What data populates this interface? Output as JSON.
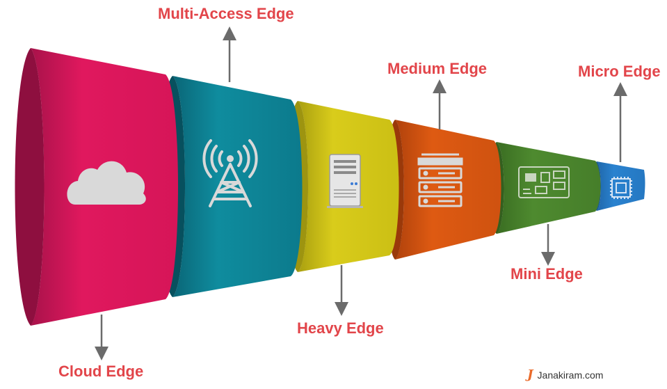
{
  "colors": {
    "label": "#e2454a",
    "arrow": "#6b6b6b",
    "icon": "#d9d9d9"
  },
  "segments": [
    {
      "id": "cloud",
      "label": "Cloud Edge",
      "color": "#e0185e",
      "icon": "cloud-icon"
    },
    {
      "id": "multi-access",
      "label": "Multi-Access Edge",
      "color": "#0f8c9e",
      "icon": "cell-tower-icon"
    },
    {
      "id": "heavy",
      "label": "Heavy Edge",
      "color": "#d4c716",
      "icon": "server-icon"
    },
    {
      "id": "medium",
      "label": "Medium Edge",
      "color": "#de5a12",
      "icon": "rack-server-icon"
    },
    {
      "id": "mini",
      "label": "Mini Edge",
      "color": "#4e8a2f",
      "icon": "circuit-board-icon"
    },
    {
      "id": "micro",
      "label": "Micro Edge",
      "color": "#2a82cf",
      "icon": "microchip-icon"
    }
  ],
  "credit": {
    "text": "Janakiram.com",
    "logo": "J"
  }
}
